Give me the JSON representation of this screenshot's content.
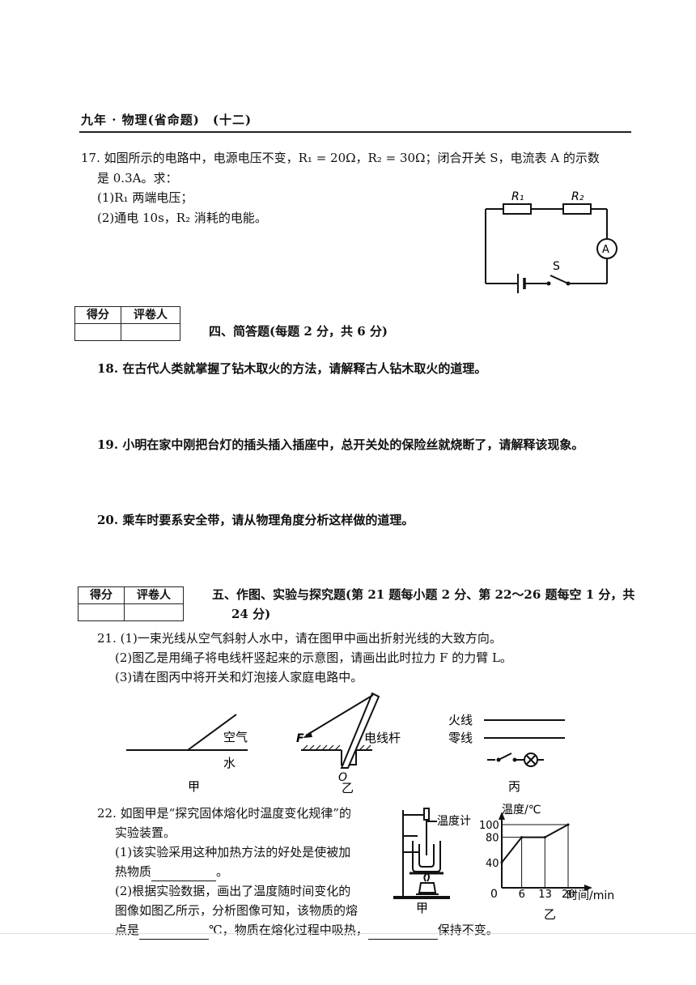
{
  "header": "九年 · 物理(省命题)　(十二)",
  "q17": {
    "line1": "17. 如图所示的电路中，电源电压不变，R₁ = 20Ω，R₂ = 30Ω；闭合开关 S，电流表 A 的示数",
    "line2": "是 0.3A。求：",
    "sub1": "(1)R₁ 两端电压；",
    "sub2": "(2)通电 10s，R₂ 消耗的电能。",
    "fig": {
      "r1": "R₁",
      "r2": "R₂",
      "ammeter": "A",
      "switch": "S"
    }
  },
  "score_table": {
    "col1": "得分",
    "col2": "评卷人"
  },
  "section4": "四、简答题(每题 2 分，共 6 分)",
  "q18": "18. 在古代人类就掌握了钻木取火的方法，请解释古人钻木取火的道理。",
  "q19": "19. 小明在家中刚把台灯的插头插入插座中，总开关处的保险丝就烧断了，请解释该现象。",
  "q20": "20. 乘车时要系安全带，请从物理角度分析这样做的道理。",
  "section5": {
    "line1": "五、作图、实验与探究题(第 21 题每小题 2 分、第 22～26 题每空 1 分，共",
    "line2": "24 分)"
  },
  "q21": {
    "sub1": "21. (1)一束光线从空气斜射人水中，请在图甲中画出折射光线的大致方向。",
    "sub2": "(2)图乙是用绳子将电线杆竖起来的示意图，请画出此时拉力 F 的力臂 L。",
    "sub3": "(3)请在图丙中将开关和灯泡接人家庭电路中。",
    "fig_jia": {
      "air": "空气",
      "water": "水",
      "caption": "甲"
    },
    "fig_yi": {
      "force": "F",
      "pole": "电线杆",
      "pivot": "O",
      "caption": "乙"
    },
    "fig_bing": {
      "live": "火线",
      "neutral": "零线",
      "caption": "丙"
    }
  },
  "q22": {
    "line1": "22. 如图甲是“探究固体熔化时温度变化规律”的",
    "line2": "实验装置。",
    "sub1a": "(1)该实验采用这种加热方法的好处是使被加",
    "sub1b": "热物质",
    "sub2a": "(2)根据实验数据，画出了温度随时间变化的",
    "sub2b": "图像如图乙所示，分析图像可知，该物质的熔",
    "sub2c_pre": "点是",
    "sub2c_mid": "℃，物质在熔化过程中吸热，",
    "sub2c_post": "保持不变。",
    "fig_apparatus": {
      "thermometer": "温度计",
      "caption": "甲"
    },
    "chart_caption": "乙"
  },
  "chart_data": {
    "type": "line",
    "ylabel": "温度/℃",
    "xlabel": "时间/min",
    "x_ticks": [
      0,
      6,
      13,
      20
    ],
    "y_ticks": [
      40,
      80,
      100
    ],
    "series": [
      {
        "x": [
          0,
          6,
          13,
          20
        ],
        "y": [
          40,
          80,
          80,
          100
        ]
      }
    ]
  }
}
